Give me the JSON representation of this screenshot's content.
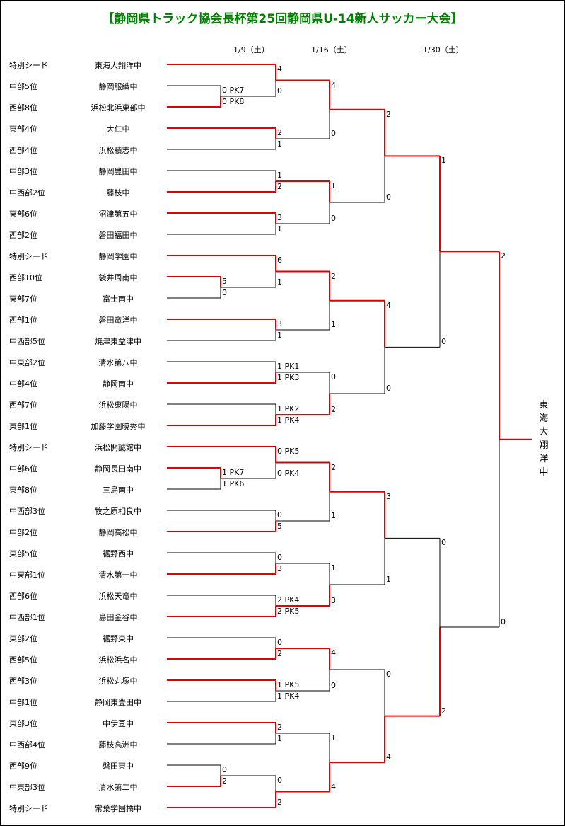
{
  "title": "【静岡県トラック協会長杯第25回静岡県U-14新人サッカー大会】",
  "dates": [
    "1/9（土）",
    "1/16（土）",
    "1/30（土）"
  ],
  "colors": {
    "title": "#008000",
    "win": "#e00000",
    "line": "#000000"
  },
  "teams": [
    {
      "seed": "特別シード",
      "name": "東海大翔洋中"
    },
    {
      "seed": "中部5位",
      "name": "静岡服織中"
    },
    {
      "seed": "西部8位",
      "name": "浜松北浜東部中"
    },
    {
      "seed": "東部4位",
      "name": "大仁中"
    },
    {
      "seed": "西部4位",
      "name": "浜松積志中"
    },
    {
      "seed": "中部3位",
      "name": "静岡豊田中"
    },
    {
      "seed": "中西部2位",
      "name": "藤枝中"
    },
    {
      "seed": "東部6位",
      "name": "沼津第五中"
    },
    {
      "seed": "西部2位",
      "name": "磐田福田中"
    },
    {
      "seed": "特別シード",
      "name": "静岡学園中"
    },
    {
      "seed": "西部10位",
      "name": "袋井周南中"
    },
    {
      "seed": "東部7位",
      "name": "富士南中"
    },
    {
      "seed": "西部1位",
      "name": "磐田竜洋中"
    },
    {
      "seed": "中西部5位",
      "name": "焼津東益津中"
    },
    {
      "seed": "中東部2位",
      "name": "清水第八中"
    },
    {
      "seed": "中部4位",
      "name": "静岡南中"
    },
    {
      "seed": "西部7位",
      "name": "浜松東陽中"
    },
    {
      "seed": "東部1位",
      "name": "加藤学園暁秀中"
    },
    {
      "seed": "特別シード",
      "name": "浜松開誠館中"
    },
    {
      "seed": "中部6位",
      "name": "静岡長田南中"
    },
    {
      "seed": "東部8位",
      "name": "三島南中"
    },
    {
      "seed": "中西部3位",
      "name": "牧之原相良中"
    },
    {
      "seed": "中部2位",
      "name": "静岡高松中"
    },
    {
      "seed": "東部5位",
      "name": "裾野西中"
    },
    {
      "seed": "中東部1位",
      "name": "清水第一中"
    },
    {
      "seed": "西部6位",
      "name": "浜松天竜中"
    },
    {
      "seed": "中西部1位",
      "name": "島田金谷中"
    },
    {
      "seed": "東部2位",
      "name": "裾野東中"
    },
    {
      "seed": "西部5位",
      "name": "浜松浜名中"
    },
    {
      "seed": "西部3位",
      "name": "浜松丸塚中"
    },
    {
      "seed": "中部1位",
      "name": "静岡東豊田中"
    },
    {
      "seed": "東部3位",
      "name": "中伊豆中"
    },
    {
      "seed": "中西部4位",
      "name": "藤枝高洲中"
    },
    {
      "seed": "西部9位",
      "name": "磐田東中"
    },
    {
      "seed": "中東部3位",
      "name": "清水第二中"
    },
    {
      "seed": "特別シード",
      "name": "常葉学園橘中"
    }
  ],
  "round0": [
    {
      "top": "0  PK7",
      "bottom": "0  PK8",
      "winner": "bottom"
    },
    {
      "top": "5",
      "bottom": "0",
      "winner": "top"
    },
    {
      "top": "1  PK7",
      "bottom": "1  PK6",
      "winner": "top"
    },
    {
      "top": "0",
      "bottom": "2",
      "winner": "bottom"
    }
  ],
  "round1": [
    {
      "top": "4",
      "bottom": "0",
      "winner": "top"
    },
    {
      "top": "2",
      "bottom": "1",
      "winner": "top"
    },
    {
      "top": "1",
      "bottom": "2",
      "winner": "bottom"
    },
    {
      "top": "3",
      "bottom": "1",
      "winner": "top"
    },
    {
      "top": "6",
      "bottom": "1",
      "winner": "top"
    },
    {
      "top": "3",
      "bottom": "1",
      "winner": "top"
    },
    {
      "top": "1  PK1",
      "bottom": "1  PK3",
      "winner": "bottom"
    },
    {
      "top": "1  PK2",
      "bottom": "1  PK4",
      "winner": "bottom"
    },
    {
      "top": "0  PK5",
      "bottom": "0  PK4",
      "winner": "top"
    },
    {
      "top": "0",
      "bottom": "5",
      "winner": "bottom"
    },
    {
      "top": "0",
      "bottom": "3",
      "winner": "bottom"
    },
    {
      "top": "2  PK4",
      "bottom": "2  PK5",
      "winner": "bottom"
    },
    {
      "top": "0",
      "bottom": "2",
      "winner": "bottom"
    },
    {
      "top": "1  PK5",
      "bottom": "1  PK4",
      "winner": "top"
    },
    {
      "top": "2",
      "bottom": "1",
      "winner": "top"
    },
    {
      "top": "0",
      "bottom": "2",
      "winner": "bottom"
    }
  ],
  "round2": [
    {
      "top": "4",
      "bottom": "0",
      "winner": "top"
    },
    {
      "top": "1",
      "bottom": "0",
      "winner": "top"
    },
    {
      "top": "2",
      "bottom": "1",
      "winner": "top"
    },
    {
      "top": "0",
      "bottom": "2",
      "winner": "bottom"
    },
    {
      "top": "2",
      "bottom": "1",
      "winner": "top"
    },
    {
      "top": "1",
      "bottom": "3",
      "winner": "bottom"
    },
    {
      "top": "4",
      "bottom": "0",
      "winner": "top"
    },
    {
      "top": "1",
      "bottom": "4",
      "winner": "bottom"
    }
  ],
  "round3": [
    {
      "top": "2",
      "bottom": "0",
      "winner": "top"
    },
    {
      "top": "4",
      "bottom": "0",
      "winner": "top"
    },
    {
      "top": "3",
      "bottom": "1",
      "winner": "top"
    },
    {
      "top": "0",
      "bottom": "4",
      "winner": "bottom"
    }
  ],
  "round4": [
    {
      "top": "1",
      "bottom": "0",
      "winner": "top"
    },
    {
      "top": "0",
      "bottom": "2",
      "winner": "bottom"
    }
  ],
  "final": {
    "top": "2",
    "bottom": "0",
    "winner": "top"
  },
  "champion": "東海大翔洋中"
}
